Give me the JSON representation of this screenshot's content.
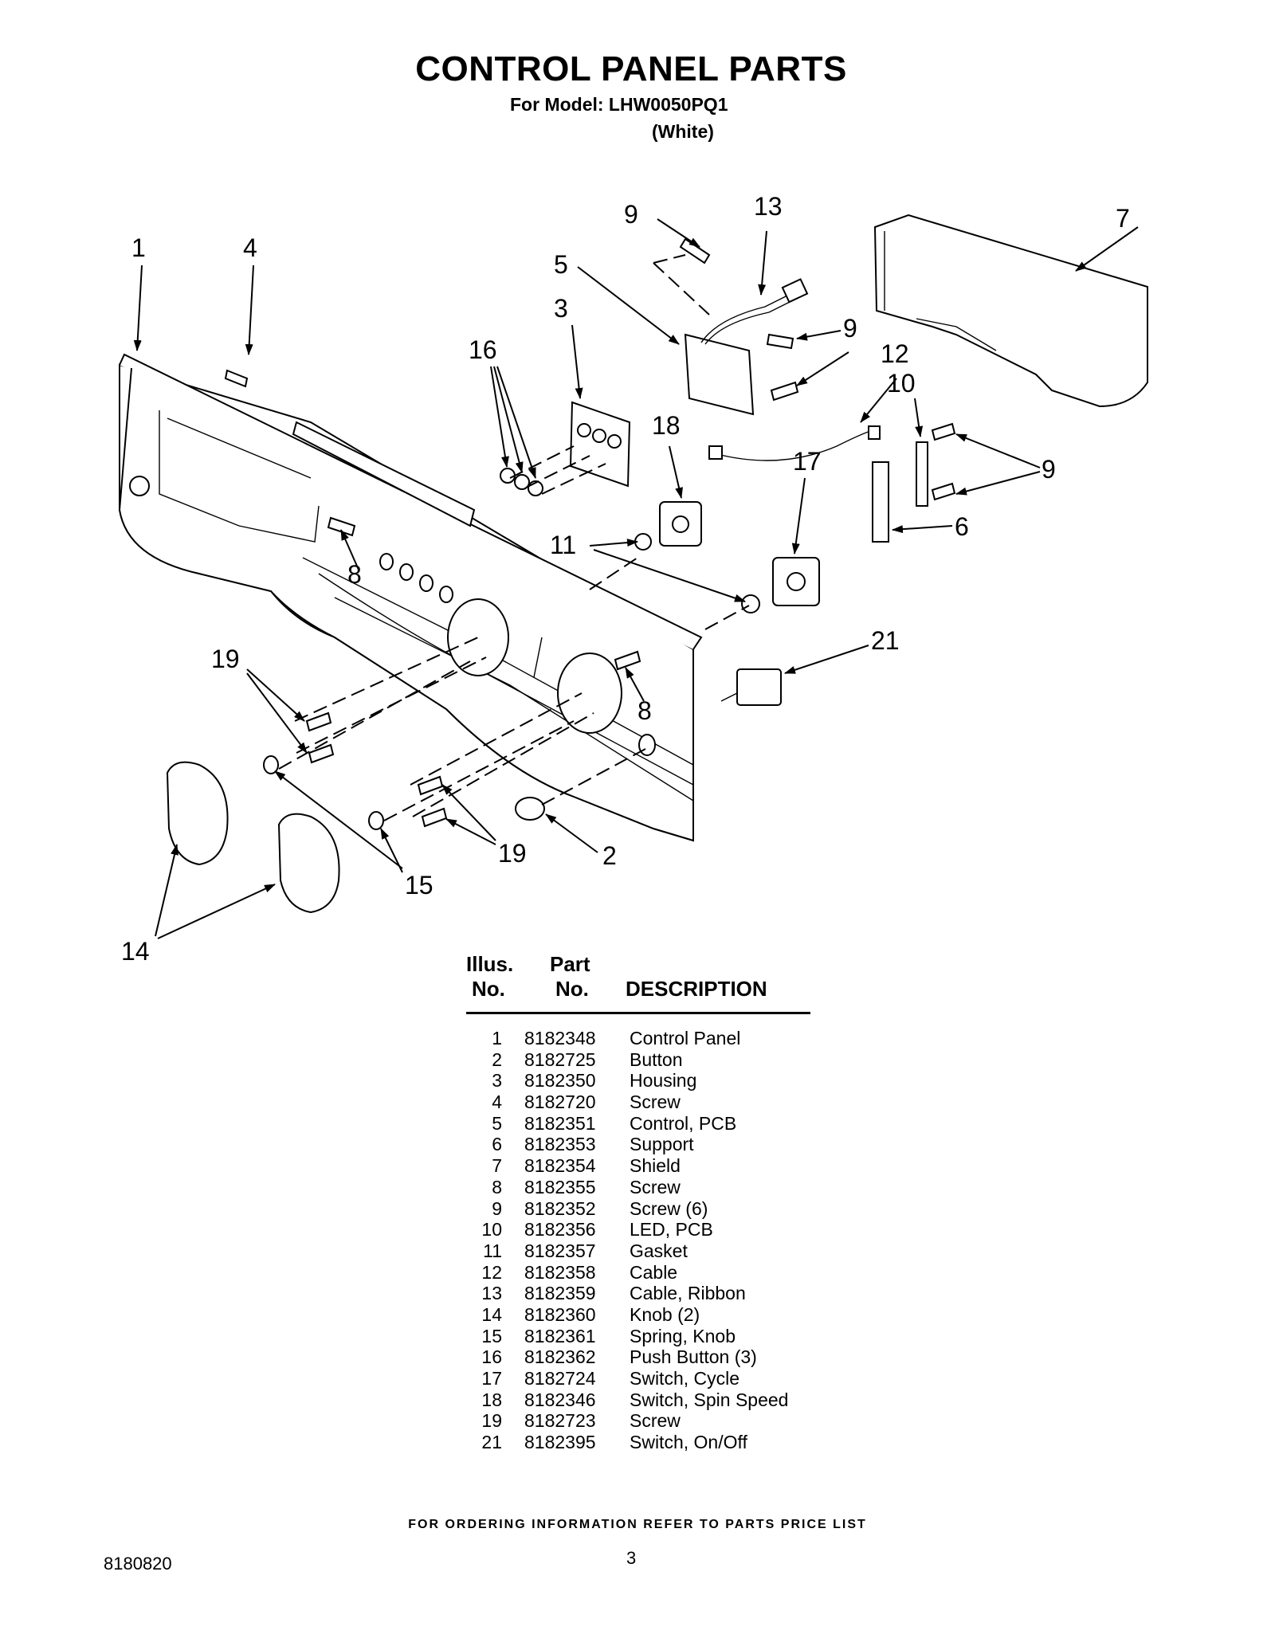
{
  "header": {
    "title": "CONTROL PANEL PARTS",
    "model_line": "For Model: LHW0050PQ1",
    "color_line": "(White)"
  },
  "callouts": {
    "c1": "1",
    "c2": "2",
    "c3": "3",
    "c4": "4",
    "c5": "5",
    "c6": "6",
    "c7": "7",
    "c8a": "8",
    "c8b": "8",
    "c9a": "9",
    "c9b": "9",
    "c9c": "9",
    "c10": "10",
    "c11": "11",
    "c12": "12",
    "c13": "13",
    "c14": "14",
    "c15": "15",
    "c16": "16",
    "c17": "17",
    "c18": "18",
    "c19a": "19",
    "c19b": "19",
    "c21": "21"
  },
  "table": {
    "col_illus_1": "Illus.",
    "col_illus_2": "No.",
    "col_part_1": "Part",
    "col_part_2": "No.",
    "col_desc": "DESCRIPTION",
    "rows": [
      {
        "illus": "1",
        "part": "8182348",
        "desc": "Control Panel"
      },
      {
        "illus": "2",
        "part": "8182725",
        "desc": "Button"
      },
      {
        "illus": "3",
        "part": "8182350",
        "desc": "Housing"
      },
      {
        "illus": "4",
        "part": "8182720",
        "desc": "Screw"
      },
      {
        "illus": "5",
        "part": "8182351",
        "desc": "Control, PCB"
      },
      {
        "illus": "6",
        "part": "8182353",
        "desc": "Support"
      },
      {
        "illus": "7",
        "part": "8182354",
        "desc": "Shield"
      },
      {
        "illus": "8",
        "part": "8182355",
        "desc": "Screw"
      },
      {
        "illus": "9",
        "part": "8182352",
        "desc": "Screw (6)"
      },
      {
        "illus": "10",
        "part": "8182356",
        "desc": "LED, PCB"
      },
      {
        "illus": "11",
        "part": "8182357",
        "desc": "Gasket"
      },
      {
        "illus": "12",
        "part": "8182358",
        "desc": "Cable"
      },
      {
        "illus": "13",
        "part": "8182359",
        "desc": "Cable, Ribbon"
      },
      {
        "illus": "14",
        "part": "8182360",
        "desc": "Knob (2)"
      },
      {
        "illus": "15",
        "part": "8182361",
        "desc": "Spring, Knob"
      },
      {
        "illus": "16",
        "part": "8182362",
        "desc": "Push Button (3)"
      },
      {
        "illus": "17",
        "part": "8182724",
        "desc": "Switch, Cycle"
      },
      {
        "illus": "18",
        "part": "8182346",
        "desc": "Switch, Spin Speed"
      },
      {
        "illus": "19",
        "part": "8182723",
        "desc": "Screw"
      },
      {
        "illus": "21",
        "part": "8182395",
        "desc": "Switch, On/Off"
      }
    ]
  },
  "footer": {
    "ordering_note": "FOR ORDERING INFORMATION REFER TO PARTS PRICE LIST",
    "doc_number": "8180820",
    "page_number": "3"
  }
}
